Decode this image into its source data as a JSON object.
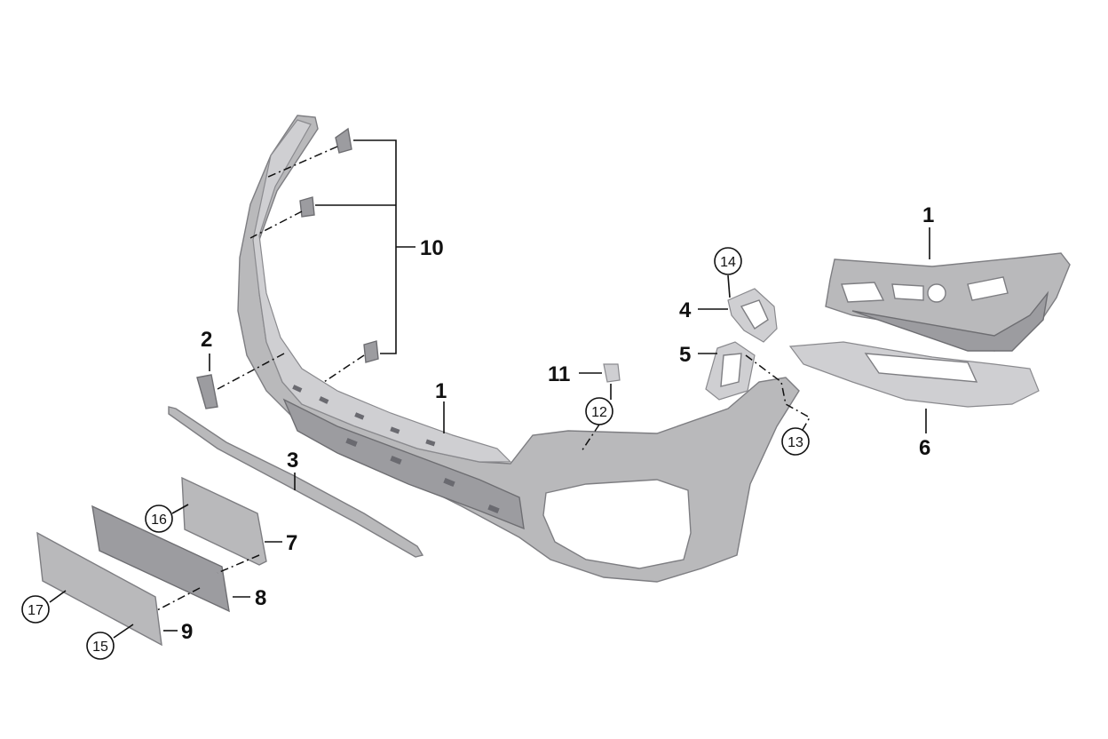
{
  "callouts": {
    "c1a": "1",
    "c1b": "1",
    "c2": "2",
    "c3": "3",
    "c4": "4",
    "c5": "5",
    "c6": "6",
    "c7": "7",
    "c8": "8",
    "c9": "9",
    "c10": "10",
    "c11": "11",
    "c12": "12",
    "c13": "13",
    "c14": "14",
    "c15": "15",
    "c16": "16",
    "c17": "17"
  },
  "colors": {
    "part": "#b9b9bb",
    "line": "#111111",
    "background": "#ffffff"
  }
}
